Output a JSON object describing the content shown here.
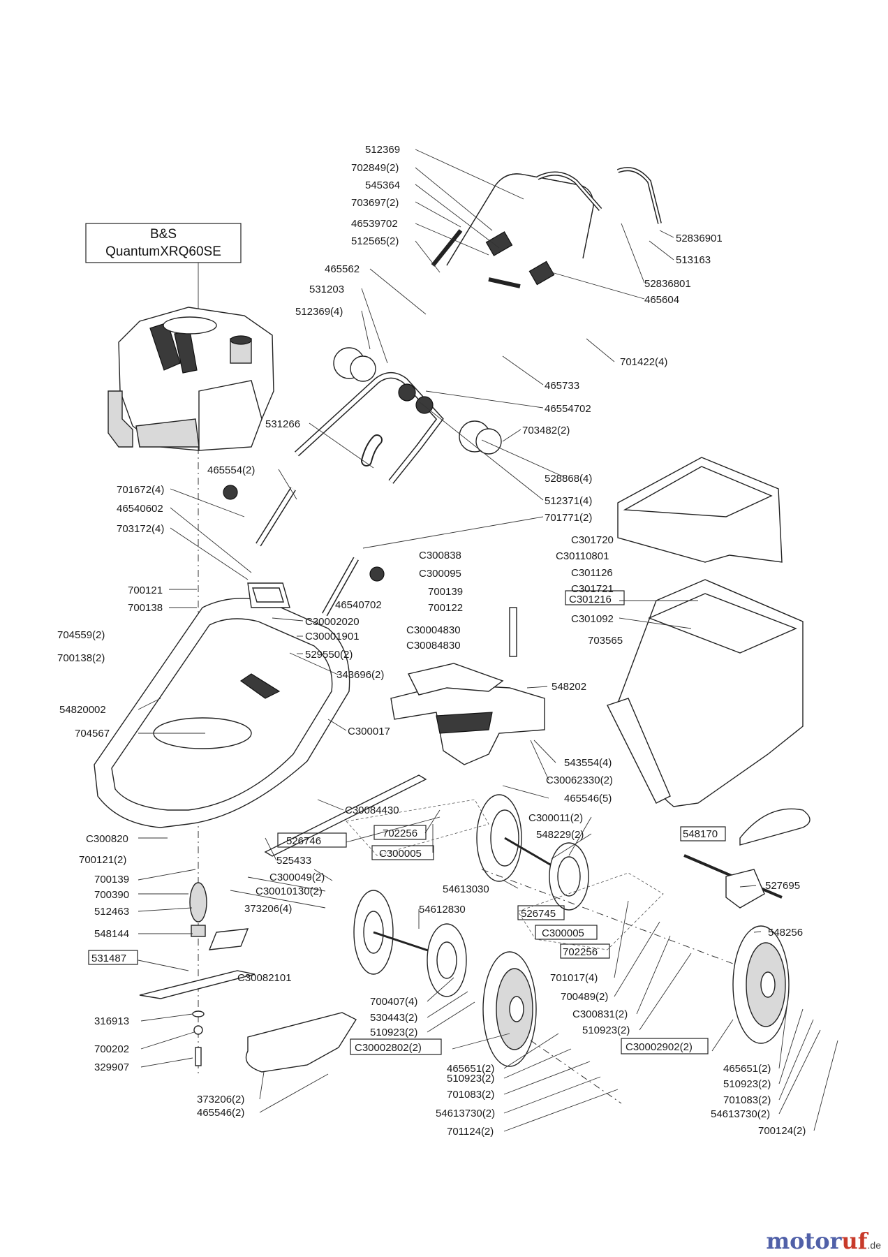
{
  "engine": {
    "brand": "B&S",
    "model": "QuantumXRQ60SE"
  },
  "branding": {
    "part1": "motor",
    "part2": "uf",
    "suffix": ".de"
  },
  "parts": {
    "p512369": "512369",
    "p702849": "702849(2)",
    "p545364": "545364",
    "p703697": "703697(2)",
    "p46539702": "46539702",
    "p512565": "512565(2)",
    "p465562": "465562",
    "p531203": "531203",
    "p512369_4": "512369(4)",
    "p52836901": "52836901",
    "p513163": "513163",
    "p52836801": "52836801",
    "p465604": "465604",
    "p701422": "701422(4)",
    "p465733": "465733",
    "p46554702": "46554702",
    "p531266": "531266",
    "p703482": "703482(2)",
    "p465554": "465554(2)",
    "p528868": "528868(4)",
    "p701672": "701672(4)",
    "p46540602": "46540602",
    "p512371": "512371(4)",
    "p701771": "701771(2)",
    "p703172": "703172(4)",
    "pC301720": "C301720",
    "pC30110801": "C30110801",
    "pC300838": "C300838",
    "pC300095": "C300095",
    "pC301126": "C301126",
    "pC301721": "C301721",
    "p700139a": "700139",
    "p700122": "700122",
    "pC301216": "C301216",
    "p700121": "700121",
    "p700138": "700138",
    "p46540702": "46540702",
    "pC301092": "C301092",
    "pC30002020": "C30002020",
    "pC30004830": "C30004830",
    "p704559": "704559(2)",
    "pC30001901": "C30001901",
    "pC30084830": "C30084830",
    "p703565": "703565",
    "p700138_2": "700138(2)",
    "p529550": "529550(2)",
    "p343696": "343696(2)",
    "p548202": "548202",
    "p54820002": "54820002",
    "pC300017": "C300017",
    "p704567": "704567",
    "p543554": "543554(4)",
    "pC30062330": "C30062330(2)",
    "p465546_5": "465546(5)",
    "pC30084430": "C30084430",
    "pC300011": "C300011(2)",
    "p702256a": "702256",
    "p548229": "548229(2)",
    "p548170": "548170",
    "pC300820": "C300820",
    "p526746": "526746",
    "pC300005a": "C300005",
    "p525433": "525433",
    "p700121_2": "700121(2)",
    "pC300049": "C300049(2)",
    "p527695": "527695",
    "p700139b": "700139",
    "pC30010130": "C30010130(2)",
    "p54613030": "54613030",
    "p700390": "700390",
    "p373206_4": "373206(4)",
    "p512463": "512463",
    "p54612830": "54612830",
    "p526745": "526745",
    "p548256": "548256",
    "p548144": "548144",
    "pC300005b": "C300005",
    "p531487": "531487",
    "p702256b": "702256",
    "p701017": "701017(4)",
    "pC30082101": "C30082101",
    "p700407": "700407(4)",
    "p700489": "700489(2)",
    "p530443": "530443(2)",
    "pC300831": "C300831(2)",
    "p316913": "316913",
    "p510923a": "510923(2)",
    "p510923b": "510923(2)",
    "p700202": "700202",
    "pC30002802": "C30002802(2)",
    "pC30002902": "C30002902(2)",
    "p329907": "329907",
    "p465651a": "465651(2)",
    "p465651b": "465651(2)",
    "p510923c": "510923(2)",
    "p510923d": "510923(2)",
    "p373206_2": "373206(2)",
    "p701083a": "701083(2)",
    "p701083b": "701083(2)",
    "p465546_2": "465546(2)",
    "p54613730a": "54613730(2)",
    "p54613730b": "54613730(2)",
    "p701124": "701124(2)",
    "p700124": "700124(2)"
  }
}
